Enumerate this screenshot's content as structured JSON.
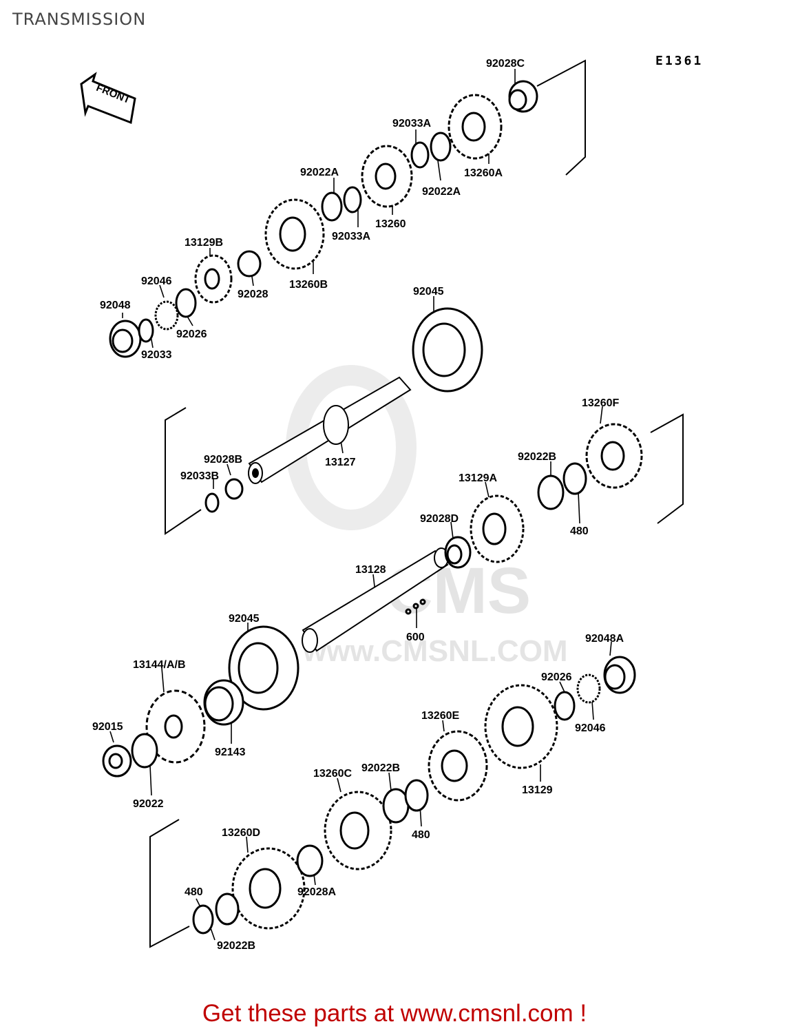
{
  "page": {
    "title": "TRANSMISSION",
    "diagram_code": "E1361",
    "front_label": "FRONT"
  },
  "watermark": {
    "logo_text": "CMS",
    "url_text": "www.CMSNL.COM"
  },
  "footer": {
    "text": "Get these parts at www.cmsnl.com !"
  },
  "parts": [
    {
      "id": "92028C",
      "label": "92028C"
    },
    {
      "id": "92033A_top",
      "label": "92033A"
    },
    {
      "id": "13260A",
      "label": "13260A"
    },
    {
      "id": "92022A_right",
      "label": "92022A"
    },
    {
      "id": "92022A_left",
      "label": "92022A"
    },
    {
      "id": "13260",
      "label": "13260"
    },
    {
      "id": "92033A_low",
      "label": "92033A"
    },
    {
      "id": "13129B",
      "label": "13129B"
    },
    {
      "id": "13260B",
      "label": "13260B"
    },
    {
      "id": "92028",
      "label": "92028"
    },
    {
      "id": "92046_top",
      "label": "92046"
    },
    {
      "id": "92048",
      "label": "92048"
    },
    {
      "id": "92026_top",
      "label": "92026"
    },
    {
      "id": "92033",
      "label": "92033"
    },
    {
      "id": "92045_top",
      "label": "92045"
    },
    {
      "id": "13260F",
      "label": "13260F"
    },
    {
      "id": "92028B",
      "label": "92028B"
    },
    {
      "id": "92033B",
      "label": "92033B"
    },
    {
      "id": "13127",
      "label": "13127"
    },
    {
      "id": "92022B_right",
      "label": "92022B"
    },
    {
      "id": "13129A",
      "label": "13129A"
    },
    {
      "id": "480_right",
      "label": "480"
    },
    {
      "id": "92028D",
      "label": "92028D"
    },
    {
      "id": "13128",
      "label": "13128"
    },
    {
      "id": "600",
      "label": "600"
    },
    {
      "id": "92045_low",
      "label": "92045"
    },
    {
      "id": "92048A",
      "label": "92048A"
    },
    {
      "id": "13144AB",
      "label": "13144/A/B"
    },
    {
      "id": "92026_low",
      "label": "92026"
    },
    {
      "id": "92015",
      "label": "92015"
    },
    {
      "id": "92143",
      "label": "92143"
    },
    {
      "id": "13260E",
      "label": "13260E"
    },
    {
      "id": "92046_low",
      "label": "92046"
    },
    {
      "id": "92022",
      "label": "92022"
    },
    {
      "id": "13260C",
      "label": "13260C"
    },
    {
      "id": "92022B_mid",
      "label": "92022B"
    },
    {
      "id": "13129",
      "label": "13129"
    },
    {
      "id": "480_mid",
      "label": "480"
    },
    {
      "id": "13260D",
      "label": "13260D"
    },
    {
      "id": "92028A",
      "label": "92028A"
    },
    {
      "id": "480_left",
      "label": "480"
    },
    {
      "id": "92022B_left",
      "label": "92022B"
    }
  ]
}
